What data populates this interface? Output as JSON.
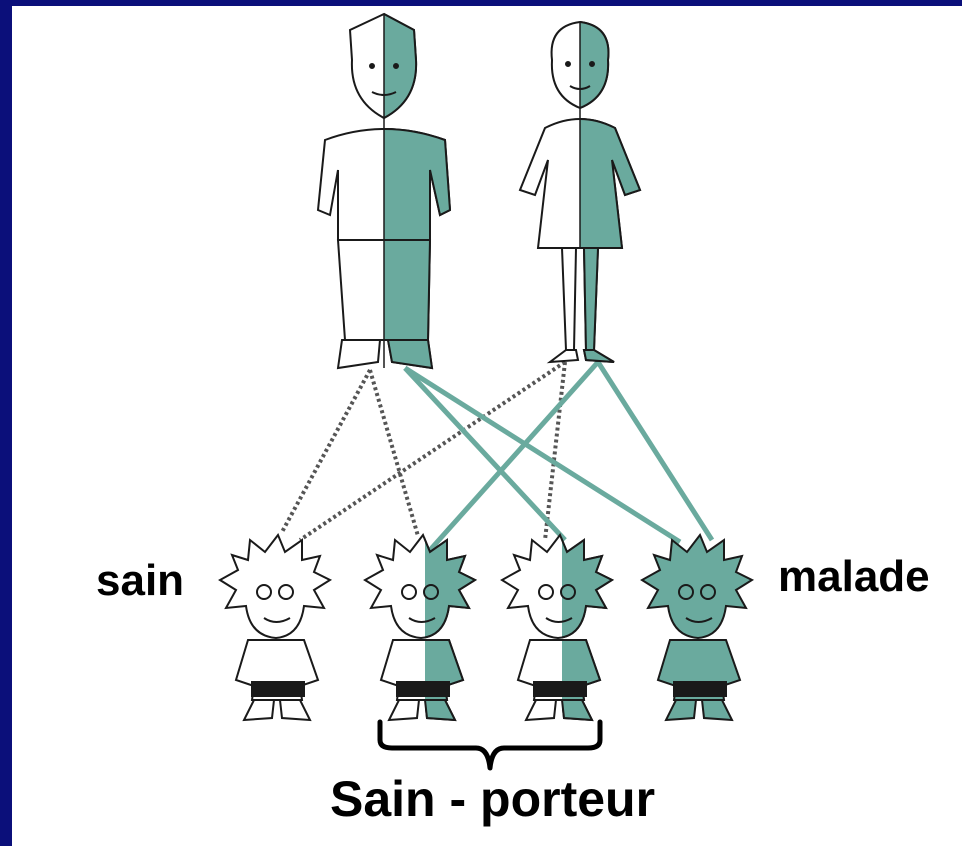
{
  "labels": {
    "healthy": "sain",
    "sick": "malade",
    "carrier": "Sain - porteur"
  },
  "colors": {
    "slide_border": "#0b0f7a",
    "affected_teal": "#6aaa9e",
    "outline": "#1a1a1a",
    "background": "#ffffff"
  },
  "figures": {
    "father": {
      "shading": "half"
    },
    "mother": {
      "shading": "half"
    },
    "children": [
      {
        "shading": "none"
      },
      {
        "shading": "half"
      },
      {
        "shading": "half"
      },
      {
        "shading": "full"
      }
    ]
  }
}
